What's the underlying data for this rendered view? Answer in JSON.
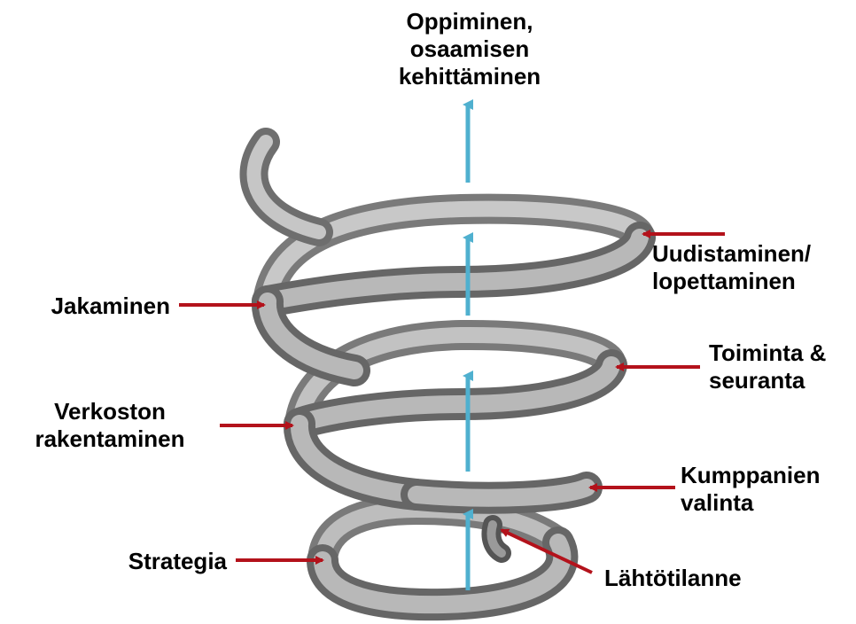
{
  "colors": {
    "background": "#ffffff",
    "spring_light": "#dcdcdc",
    "spring_mid": "#a8a8a8",
    "spring_dark": "#6a6a6a",
    "arrow_red": "#b3121b",
    "arrow_blue": "#4fb0cf",
    "text": "#000000"
  },
  "labels": {
    "top": [
      "Oppiminen,",
      "osaamisen",
      "kehittäminen"
    ],
    "uudistaminen": [
      "Uudistaminen/",
      "lopettaminen"
    ],
    "jakaminen": [
      "Jakaminen"
    ],
    "toiminta": [
      "Toiminta &",
      "seuranta"
    ],
    "verkoston": [
      "Verkoston",
      "rakentaminen"
    ],
    "kumppanien": [
      "Kumppanien",
      "valinta"
    ],
    "strategia": [
      "Strategia"
    ],
    "lahtotilanne": [
      "Lähtötilanne"
    ]
  },
  "icons": {
    "spring": "coil-spring-icon",
    "red_arrow": "arrow-icon",
    "blue_arrow": "up-arrow-icon"
  }
}
